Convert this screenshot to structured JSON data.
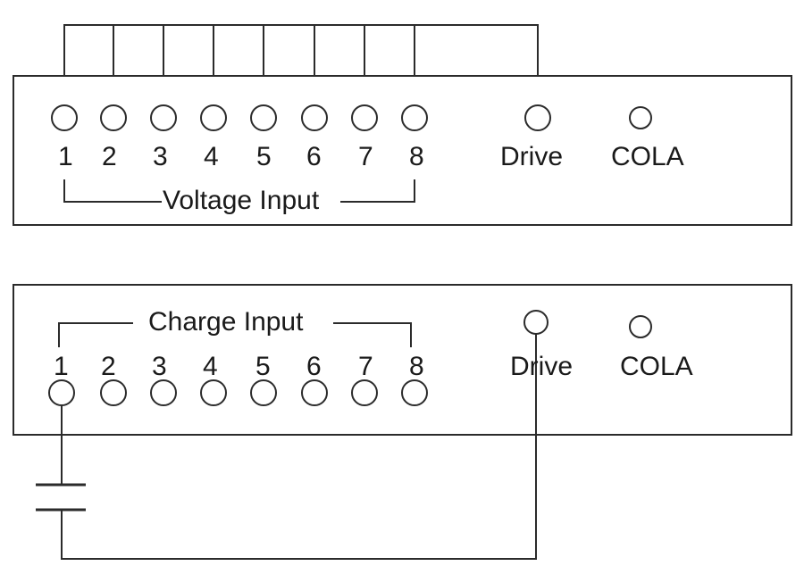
{
  "top_panel": {
    "channels": [
      "1",
      "2",
      "3",
      "4",
      "5",
      "6",
      "7",
      "8"
    ],
    "group_label": "Voltage Input",
    "drive_label": "Drive",
    "cola_label": "COLA"
  },
  "bottom_panel": {
    "channels": [
      "1",
      "2",
      "3",
      "4",
      "5",
      "6",
      "7",
      "8"
    ],
    "group_label": "Charge Input",
    "drive_label": "Drive",
    "cola_label": "COLA"
  },
  "colors": {
    "line": "#2b2b2b",
    "text": "#1a1a1a",
    "background": "#ffffff"
  }
}
